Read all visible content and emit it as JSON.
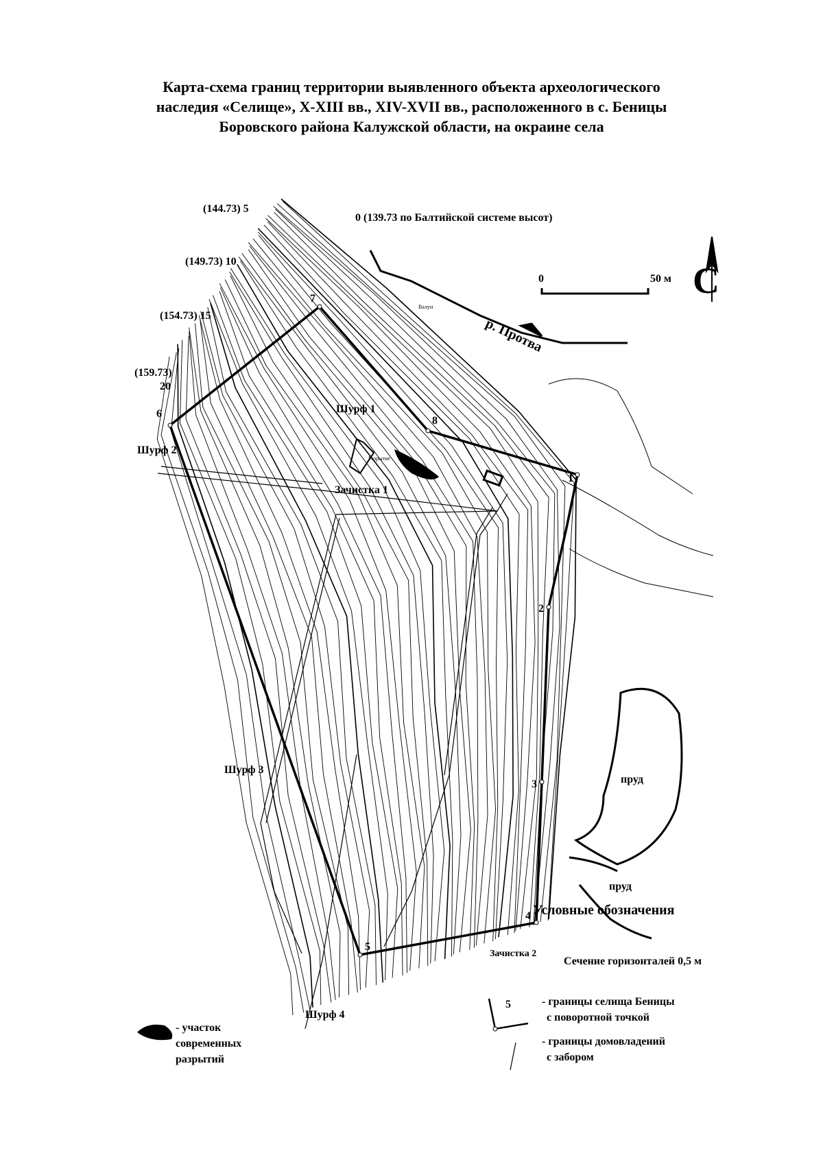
{
  "title_lines": [
    "Карта-схема границ территории выявленного объекта археологического",
    "наследия «Селище», X-XIII вв., XIV-XVII вв., расположенного в с. Беницы",
    "Боровского района Калужской области, на окраине села"
  ],
  "contour_labels": {
    "zero": "0 (139.73 по Балтийской системе высот)",
    "l5": "(144.73)  5",
    "l10": "(149.73)  10",
    "l15": "(154.73)  15",
    "l20a": "(159.73)",
    "l20b": "20"
  },
  "scale_bar": {
    "start": "0",
    "end": "50 м"
  },
  "north_arrow": "С",
  "river": "р. Протва",
  "boulder": "Валун",
  "pit_label": "Разрытие",
  "points": [
    "1",
    "2",
    "3",
    "4",
    "5",
    "6",
    "7",
    "8"
  ],
  "features": {
    "pit1": "Шурф 1",
    "pit2": "Шурф 2",
    "pit3": "Шурф 3",
    "pit4": "Шурф 4",
    "clear1": "Зачистка 1",
    "clear2": "Зачистка 2",
    "pond1": "пруд",
    "pond2": "пруд"
  },
  "contour_interval": "Сечение горизонталей 0,5 м",
  "legend": {
    "title": "Условные обозначения",
    "boundary_line1": "- границы селища Беницы",
    "boundary_line2": "с поворотной точкой",
    "boundary_sample_point": "5",
    "fence_line1": "- границы домовладений",
    "fence_line2": "с забором",
    "dig_line1": "- участок",
    "dig_line2": "современных",
    "dig_line3": "разрытий"
  }
}
